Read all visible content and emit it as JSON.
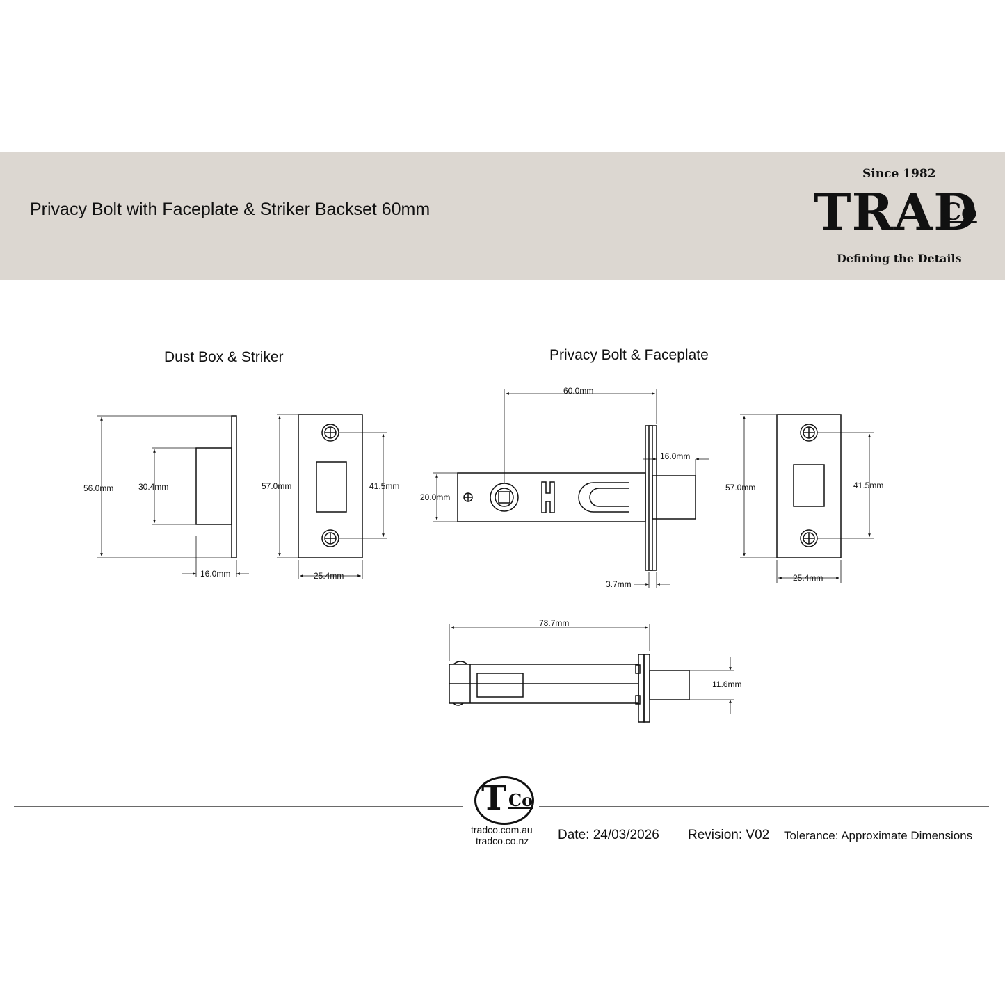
{
  "header": {
    "title": "Privacy Bolt with Faceplate & Striker Backset 60mm",
    "brand_since": "Since 1982",
    "brand_name": "TRAD",
    "brand_suffix": "Co",
    "brand_tagline": "Defining the Details"
  },
  "sections": {
    "dust_box": "Dust Box & Striker",
    "privacy_bolt": "Privacy Bolt & Faceplate"
  },
  "dimensions": {
    "dust_box_height": "56.0mm",
    "dust_box_inner": "30.4mm",
    "dust_box_depth": "16.0mm",
    "striker_height": "57.0mm",
    "striker_holes": "41.5mm",
    "striker_width": "25.4mm",
    "backset": "60.0mm",
    "bolt_throw": "16.0mm",
    "case_height": "20.0mm",
    "faceplate_thickness": "3.7mm",
    "faceplate_height": "57.0mm",
    "faceplate_holes": "41.5mm",
    "faceplate_width": "25.4mm",
    "overall_length": "78.7mm",
    "bolt_height": "11.6mm"
  },
  "footer": {
    "logo_text": "T",
    "logo_suffix": "Co",
    "site_au": "tradco.com.au",
    "site_nz": "tradco.co.nz",
    "date": "Date: 24/03/2026",
    "revision": "Revision: V02",
    "tolerance": "Tolerance: Approximate Dimensions"
  },
  "colors": {
    "header_band": "#dcd7d1",
    "line": "#111111"
  }
}
